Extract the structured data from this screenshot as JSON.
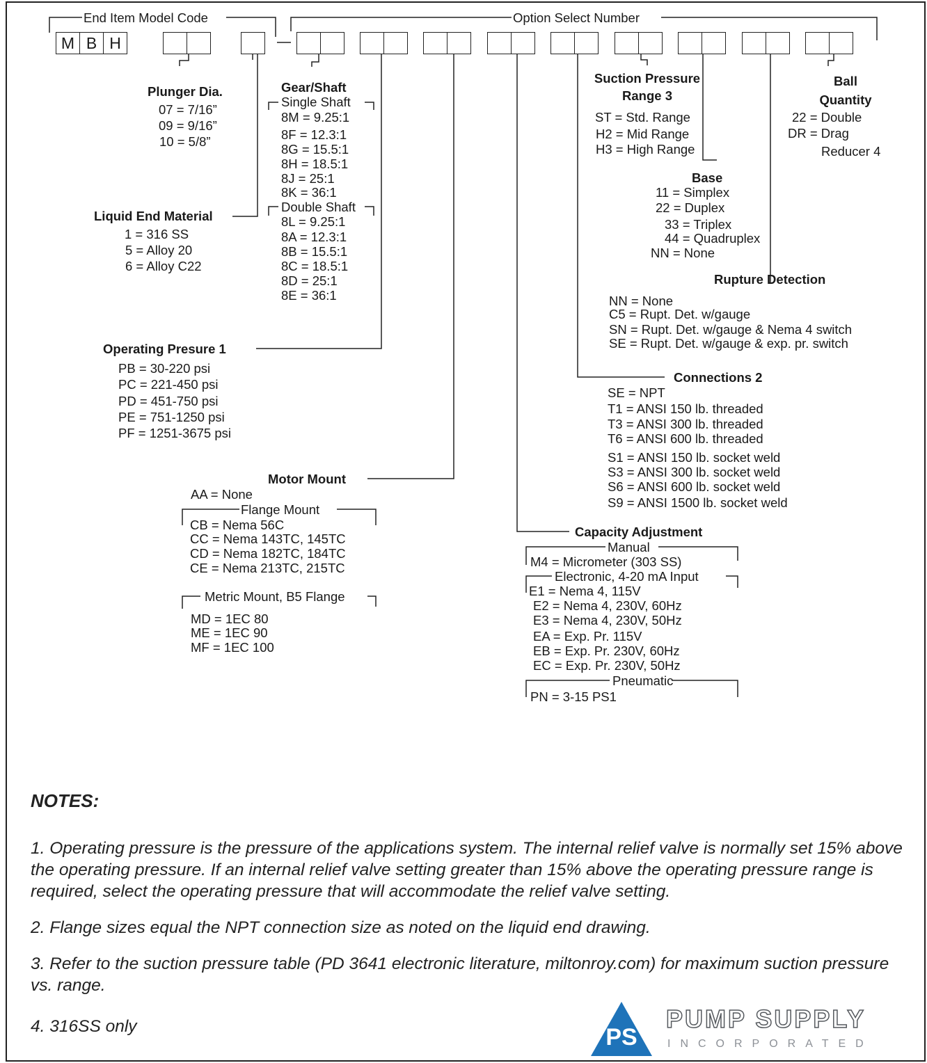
{
  "header": {
    "model_code_label": "End Item Model Code",
    "option_select_label": "Option Select Number",
    "model_letters": [
      "M",
      "B",
      "H"
    ]
  },
  "plunger": {
    "title": "Plunger Dia.",
    "items": [
      "07 = 7/16”",
      "09 = 9/16”",
      "10 = 5/8”"
    ]
  },
  "liquid_end": {
    "title": "Liquid End Material",
    "items": [
      "1 = 316 SS",
      "5 = Alloy 20",
      "6 = Alloy C22"
    ]
  },
  "gear_shaft": {
    "title": "Gear/Shaft",
    "single_label": "Single Shaft",
    "single_items": [
      "8M = 9.25:1",
      "8F = 12.3:1",
      "8G = 15.5:1",
      "8H = 18.5:1",
      "8J = 25:1",
      "8K = 36:1"
    ],
    "double_label": "Double Shaft",
    "double_items": [
      "8L = 9.25:1",
      "8A = 12.3:1",
      "8B = 15.5:1",
      "8C = 18.5:1",
      "8D = 25:1",
      "8E = 36:1"
    ]
  },
  "operating_pressure": {
    "title": "Operating Presure 1",
    "items": [
      "PB = 30-220 psi",
      "PC = 221-450 psi",
      "PD = 451-750 psi",
      "PE = 751-1250 psi",
      "PF = 1251-3675 psi"
    ]
  },
  "motor_mount": {
    "title": "Motor Mount",
    "none": "AA = None",
    "flange_label": "Flange Mount",
    "flange_items": [
      "CB = Nema 56C",
      "CC = Nema 143TC, 145TC",
      "CD = Nema 182TC, 184TC",
      "CE = Nema 213TC, 215TC"
    ],
    "metric_label": "Metric Mount, B5 Flange",
    "metric_items": [
      "MD = 1EC 80",
      "ME = 1EC 90",
      "MF = 1EC 100"
    ]
  },
  "suction": {
    "title1": "Suction Pressure",
    "title2": "Range 3",
    "items": [
      "ST = Std. Range",
      "H2 = Mid Range",
      "H3 = High Range"
    ]
  },
  "ball": {
    "title1": "Ball",
    "title2": "Quantity",
    "items": [
      "22 = Double",
      "DR = Drag",
      "Reducer 4"
    ]
  },
  "base": {
    "title": "Base",
    "items": [
      "11 = Simplex",
      "22 = Duplex",
      "33 = Triplex",
      "44 = Quadruplex",
      "NN = None"
    ]
  },
  "rupture": {
    "title": "Rupture Detection",
    "items": [
      "NN = None",
      "C5 = Rupt. Det. w/gauge",
      "SN = Rupt. Det. w/gauge & Nema 4 switch",
      "SE = Rupt. Det. w/gauge & exp. pr. switch"
    ]
  },
  "connections": {
    "title": "Connections 2",
    "items": [
      "SE = NPT",
      "T1 = ANSI 150 lb. threaded",
      "T3 = ANSI 300 lb. threaded",
      "T6 = ANSI 600 lb. threaded",
      "S1 = ANSI 150 lb. socket weld",
      "S3 = ANSI 300 lb. socket weld",
      "S6 = ANSI 600 lb. socket weld",
      "S9 = ANSI 1500 lb. socket weld"
    ]
  },
  "capacity": {
    "title": "Capacity Adjustment",
    "manual_label": "Manual",
    "manual_items": [
      "M4 = Micrometer (303 SS)"
    ],
    "electronic_label": "Electronic, 4-20 mA Input",
    "electronic_items": [
      "E1 = Nema 4, 115V",
      "E2 = Nema 4, 230V, 60Hz",
      "E3 = Nema 4, 230V, 50Hz",
      "EA = Exp. Pr. 115V",
      "EB = Exp. Pr. 230V, 60Hz",
      "EC = Exp. Pr. 230V, 50Hz"
    ],
    "pneumatic_label": "Pneumatic",
    "pneumatic_items": [
      "PN = 3-15 PS1"
    ]
  },
  "notes": {
    "heading": "NOTES:",
    "n1": "1. Operating pressure is the pressure of the applications system. The internal relief valve is normally set 15% above the operating pressure. If an internal relief valve setting greater than 15% above the operating pressure range is required, select the operating pressure that will accommodate the relief valve setting.",
    "n2": "2. Flange sizes equal the NPT connection size as noted on the liquid end drawing.",
    "n3": "3. Refer to the suction pressure table (PD 3641 electronic literature, miltonroy.com) for maximum suction pressure vs. range.",
    "n4": "4. 316SS only"
  },
  "logo": {
    "mark": "PS",
    "name": "PUMP SUPPLY",
    "sub": "INCORPORATED",
    "colors": {
      "blue": "#1e73b9",
      "gray": "#8c9096",
      "dark": "#55595e"
    }
  }
}
